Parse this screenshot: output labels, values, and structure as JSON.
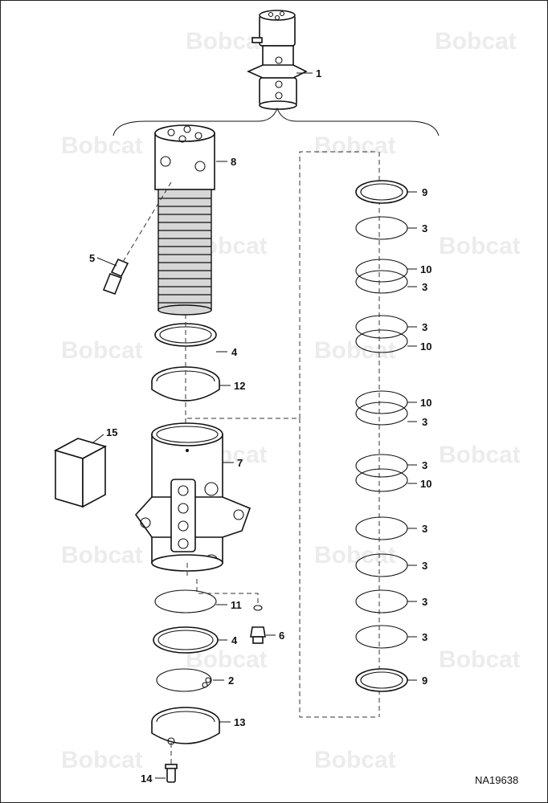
{
  "watermark": {
    "text": "Bobcat"
  },
  "reference_code": "NA19638",
  "callouts": [
    {
      "id": "1",
      "label": "1"
    },
    {
      "id": "8",
      "label": "8"
    },
    {
      "id": "5",
      "label": "5"
    },
    {
      "id": "4a",
      "label": "4"
    },
    {
      "id": "12",
      "label": "12"
    },
    {
      "id": "15",
      "label": "15"
    },
    {
      "id": "7",
      "label": "7"
    },
    {
      "id": "11",
      "label": "11"
    },
    {
      "id": "6",
      "label": "6"
    },
    {
      "id": "4b",
      "label": "4"
    },
    {
      "id": "2",
      "label": "2"
    },
    {
      "id": "13",
      "label": "13"
    },
    {
      "id": "14",
      "label": "14"
    },
    {
      "id": "r9a",
      "label": "9"
    },
    {
      "id": "r3a",
      "label": "3"
    },
    {
      "id": "r10a",
      "label": "10"
    },
    {
      "id": "r3b",
      "label": "3"
    },
    {
      "id": "r3c",
      "label": "3"
    },
    {
      "id": "r10b",
      "label": "10"
    },
    {
      "id": "r10c",
      "label": "10"
    },
    {
      "id": "r3d",
      "label": "3"
    },
    {
      "id": "r3e",
      "label": "3"
    },
    {
      "id": "r10d",
      "label": "10"
    },
    {
      "id": "r3f",
      "label": "3"
    },
    {
      "id": "r3g",
      "label": "3"
    },
    {
      "id": "r3h",
      "label": "3"
    },
    {
      "id": "r3i",
      "label": "3"
    },
    {
      "id": "r9b",
      "label": "9"
    }
  ]
}
